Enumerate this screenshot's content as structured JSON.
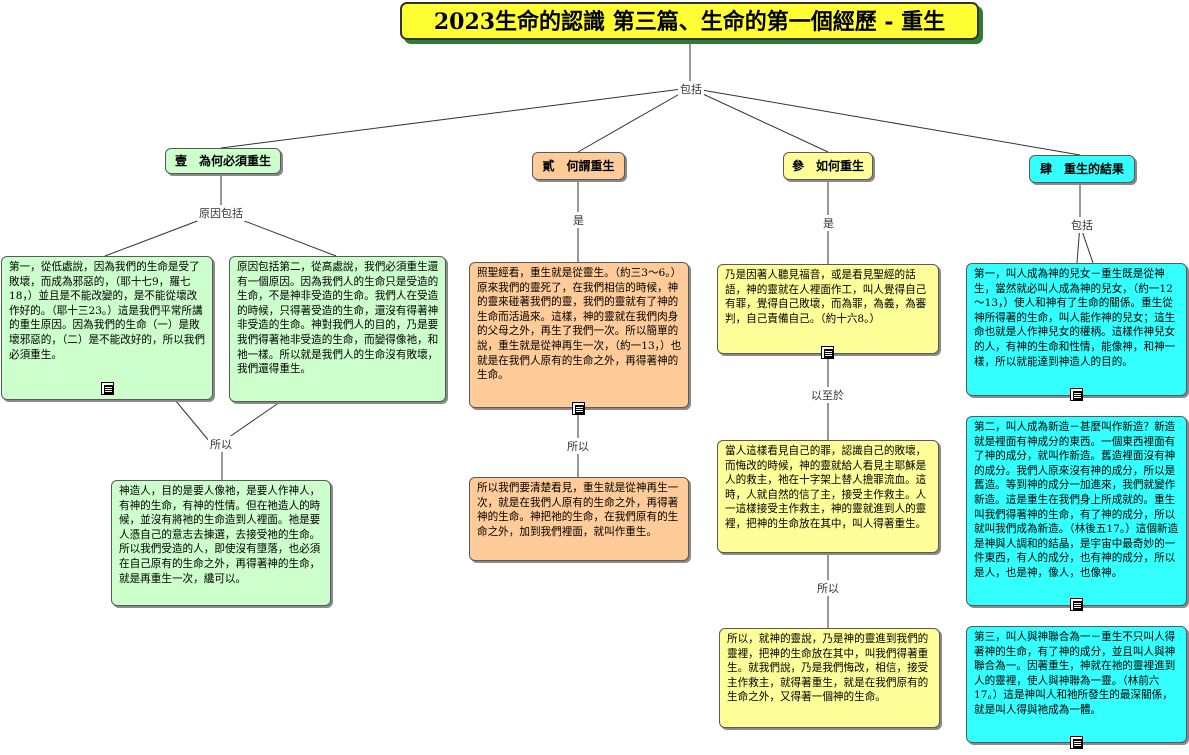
{
  "title": "2023生命的認識 第三篇、生命的第一個經歷 - 重生",
  "root_link": "包括",
  "branches": [
    {
      "label": "壹　為何必須重生",
      "link": "原因包括",
      "children": [
        "第一，從低處說，因為我們的生命是受了敗壞，而成為邪惡的，（耶十七9，羅七18，）並且是不能改變的，是不能從壞改作好的。（耶十三23。）這是我們平常所講的重生原因。因為我們的生命（一）是敗壞邪惡的，（二）是不能改好的，所以我們必須重生。",
        "原因包括第二，從高處說，我們必須重生還有一個原因。因為我們人的生命只是受造的生命，不是神非受造的生命。我們人在受造的時候，只得著受造的生命，還沒有得著神非受造的生命。神對我們人的目的，乃是要我們得著祂非受造的生命，而變得像祂，和祂一樣。所以就是我們人的生命沒有敗壞，我們還得重生。"
      ],
      "join_link": "所以",
      "result": "神造人，目的是要人像祂，是要人作神人，有神的生命，有神的性情。但在祂造人的時候，並沒有將祂的生命造到人裡面。祂是要人憑自己的意志去揀選，去接受祂的生命。所以我們受造的人，即使沒有墮落，也必須在自己原有的生命之外，再得著神的生命，就是再重生一次，纔可以。"
    },
    {
      "label": "貳　何謂重生",
      "link": "是",
      "children": [
        "照聖經看，重生就是從靈生。（約三3～6。）原來我們的靈死了，在我們相信的時候，神的靈來碰著我們的靈，我們的靈就有了神的生命而活過來。這樣，神的靈就在我們肉身的父母之外，再生了我們一次。所以簡單的說，重生就是從神再生一次，（約一13，）也就是在我們人原有的生命之外，再得著神的生命。"
      ],
      "join_link": "所以",
      "result": "所以我們要清楚看見，重生就是從神再生一次，就是在我們人原有的生命之外，再得著神的生命。神把祂的生命，在我們原有的生命之外，加到我們裡面，就叫作重生。"
    },
    {
      "label": "參　如何重生",
      "link": "是",
      "children": [
        "乃是因著人聽見福音，或是看見聖經的話語，神的靈就在人裡面作工，叫人覺得自己有罪，覺得自己敗壞，而為罪，為義，為審判，自己責備自己。（約十六8。）"
      ],
      "link2": "以至於",
      "middle": "當人這樣看見自己的罪，認識自己的敗壞，而悔改的時候，神的靈就給人看見主耶穌是人的救主，祂在十字架上替人擔罪流血。這時，人就自然的信了主，接受主作救主。人一這樣接受主作救主，神的靈就進到人的靈裡，把神的生命放在其中，叫人得著重生。",
      "join_link": "所以",
      "result": "所以，就神的靈說，乃是神的靈進到我們的靈裡，把神的生命放在其中，叫我們得著重生。就我們說，乃是我們悔改，相信，接受主作救主，就得著重生，就是在我們原有的生命之外，又得著一個神的生命。"
    },
    {
      "label": "肆　重生的結果",
      "link": "包括",
      "children": [
        "第一，叫人成為神的兒女－重生既是從神生，當然就必叫人成為神的兒女，（約一12～13，）使人和神有了生命的關係。重生從神所得著的生命，叫人能作神的兒女；這生命也就是人作神兒女的權柄。這樣作神兒女的人，有神的生命和性情，能像神，和神一樣，所以就能達到神造人的目的。",
        "第二，叫人成為新造－甚麼叫作新造？新造就是裡面有神成分的東西。一個東西裡面有了神的成分，就叫作新造。舊造裡面沒有神的成分。我們人原來沒有神的成分，所以是舊造。等到神的成分一加進來，我們就變作新造。這是重生在我們身上所成就的。重生叫我們得著神的生命，有了神的成分，所以就叫我們成為新造。（林後五17。）這個新造是神與人調和的結晶，是宇宙中最奇妙的一件東西，有人的成分，也有神的成分，所以是人，也是神，像人，也像神。",
        "第三，叫人與神聯合為一－重生不只叫人得著神的生命，有了神的成分，並且叫人與神聯合為一。因著重生，神就在祂的靈裡進到人的靈裡，使人與神聯為一靈。（林前六17。）這是神叫人和祂所發生的最深關係，就是叫人得與祂成為一體。"
      ]
    }
  ]
}
